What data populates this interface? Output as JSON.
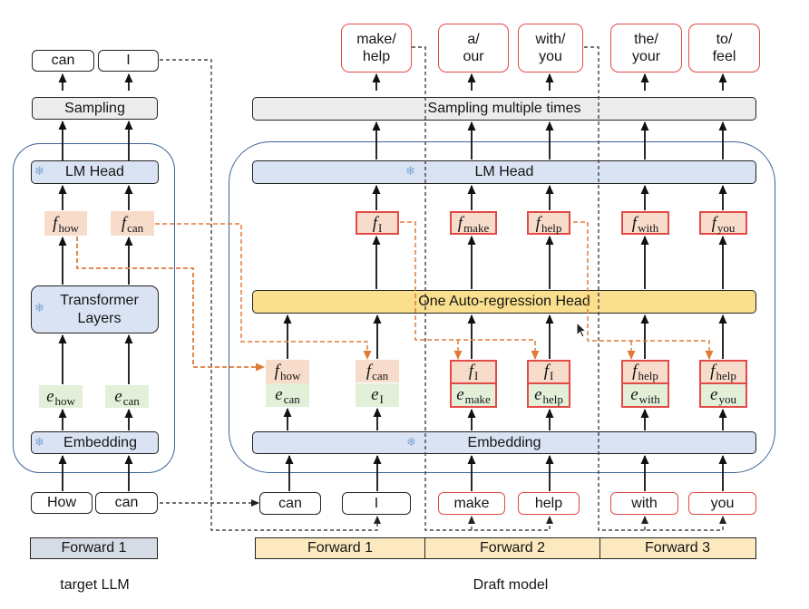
{
  "colors": {
    "blue_fill": "#dae3f3",
    "gray_fill": "#ececec",
    "yellow_fill": "#f9df8e",
    "peach_fill": "#f8dccb",
    "green_fill": "#e2efd9",
    "draft_red": "#e34a45",
    "container": "#3d6396",
    "forward_target": "#d6dce5",
    "forward_draft": "#fde9bf",
    "orange_dashed": "#e07b39",
    "snowflake": "#7ea5d4"
  },
  "icons": {
    "frozen": "snowflake-icon",
    "pointer": "mouse-cursor-icon"
  },
  "target": {
    "outputs": [
      "can",
      "I"
    ],
    "sampling": "Sampling",
    "lm_head": "LM Head",
    "features": [
      {
        "sym": "f",
        "sub": "how"
      },
      {
        "sym": "f",
        "sub": "can"
      }
    ],
    "transformer": [
      "Transformer",
      "Layers"
    ],
    "embeddings": [
      {
        "sym": "e",
        "sub": "how"
      },
      {
        "sym": "e",
        "sub": "can"
      }
    ],
    "embedding": "Embedding",
    "inputs": [
      "How",
      "can"
    ],
    "forward": "Forward 1",
    "caption": "target LLM"
  },
  "draft": {
    "outputs": [
      {
        "top": "make/",
        "bottom": "help"
      },
      {
        "top": "a/",
        "bottom": "our"
      },
      {
        "top": "with/",
        "bottom": "you"
      },
      {
        "top": "the/",
        "bottom": "your"
      },
      {
        "top": "to/",
        "bottom": "feel"
      }
    ],
    "sampling": "Sampling multiple times",
    "lm_head": "LM Head",
    "features_out": [
      {
        "sym": "f",
        "sub": "I"
      },
      {
        "sym": "f",
        "sub": "make"
      },
      {
        "sym": "f",
        "sub": "help"
      },
      {
        "sym": "f",
        "sub": "with"
      },
      {
        "sym": "f",
        "sub": "you"
      }
    ],
    "ar_head": "One Auto-regression Head",
    "input_pairs": [
      {
        "f": {
          "sym": "f",
          "sub": "how"
        },
        "e": {
          "sym": "e",
          "sub": "can"
        }
      },
      {
        "f": {
          "sym": "f",
          "sub": "can"
        },
        "e": {
          "sym": "e",
          "sub": "I"
        }
      },
      {
        "f": {
          "sym": "f",
          "sub": "I"
        },
        "e": {
          "sym": "e",
          "sub": "make"
        }
      },
      {
        "f": {
          "sym": "f",
          "sub": "I"
        },
        "e": {
          "sym": "e",
          "sub": "help"
        }
      },
      {
        "f": {
          "sym": "f",
          "sub": "help"
        },
        "e": {
          "sym": "e",
          "sub": "with"
        }
      },
      {
        "f": {
          "sym": "f",
          "sub": "help"
        },
        "e": {
          "sym": "e",
          "sub": "you"
        }
      }
    ],
    "embedding": "Embedding",
    "inputs": [
      "can",
      "I",
      "make",
      "help",
      "with",
      "you"
    ],
    "forwards": [
      "Forward 1",
      "Forward 2",
      "Forward 3"
    ],
    "caption": "Draft model"
  }
}
